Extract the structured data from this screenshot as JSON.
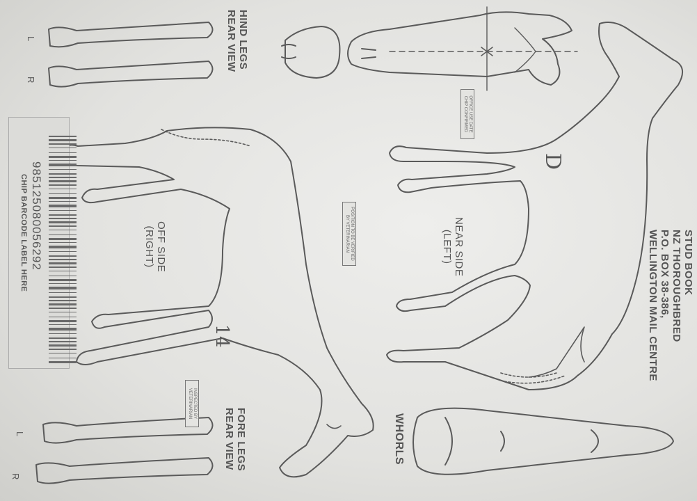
{
  "header": {
    "line1": "STUD BOOK",
    "line2": "NZ THOROUGHBRED",
    "line3": "P.O. BOX 38-386,",
    "line4": "WELLINGTON MAIL CENTRE"
  },
  "labels": {
    "near_side": "NEAR SIDE",
    "near_side_sub": "(LEFT)",
    "off_side": "OFF SIDE",
    "off_side_sub": "(RIGHT)",
    "whorls": "WHORLS",
    "fore_legs": "FORE LEGS",
    "fore_legs_sub": "REAR VIEW",
    "hind_legs": "HIND LEGS",
    "hind_legs_sub": "REAR VIEW",
    "hind_left": "L",
    "hind_right": "R",
    "fore_left": "L",
    "fore_right": "R",
    "mark_d": "D",
    "mark_14": "14"
  },
  "barcode": {
    "number": "985125080056292",
    "caption": "CHIP BARCODE LABEL HERE"
  },
  "stamps": {
    "head_stamp": "OFFICE USE DATE CHIP CONFIRMED",
    "middle_stamp": "POSITION TO BE VERIFIED BY VETERINARIAN",
    "fore_stamp": "INSPECTED BY VETERINARIAN"
  }
}
